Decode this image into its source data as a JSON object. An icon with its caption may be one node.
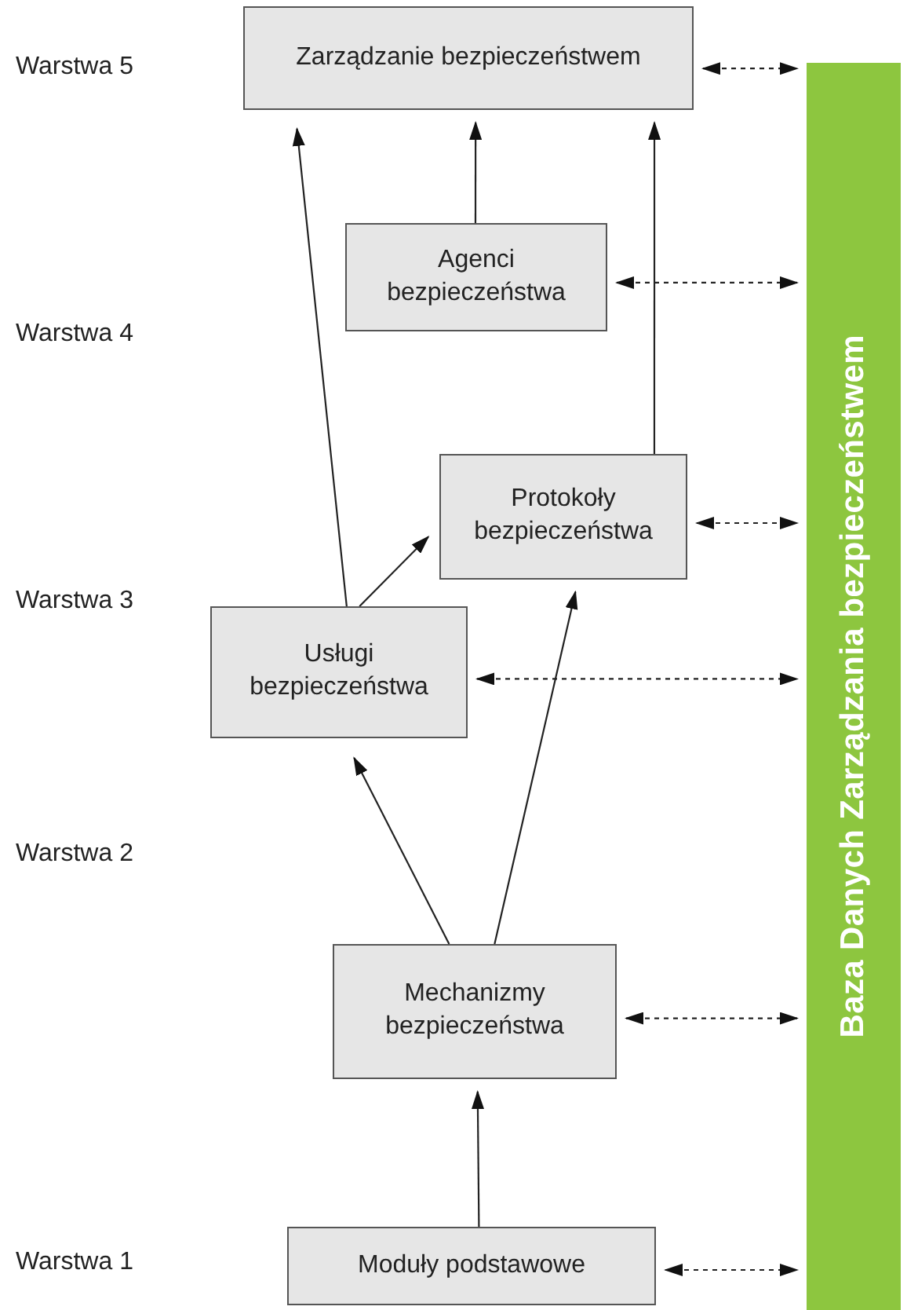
{
  "diagram": {
    "nodes": [
      {
        "text": [
          "Zarządzanie bezpieczeństwem"
        ]
      },
      {
        "text": [
          "Agenci bezpieczeństwa"
        ]
      },
      {
        "text": [
          "Protokoły bezpieczeństwa"
        ]
      },
      {
        "text": [
          "Usługi bezpieczeństwa"
        ]
      },
      {
        "text": [
          "Mechanizmy bezpieczeństwa"
        ]
      },
      {
        "text": [
          "Moduły podstawowe"
        ]
      },
      {
        "text": [
          "Baza Danych Zarządzania bezpieczeństwem"
        ]
      }
    ],
    "edges": [
      {
        "from": 1,
        "to": 0,
        "arrow": "to"
      },
      {
        "from": 2,
        "to": 0,
        "arrow": "to"
      },
      {
        "from": 3,
        "to": 0,
        "arrow": "to"
      },
      {
        "from": 3,
        "to": 2,
        "arrow": "to"
      },
      {
        "from": 4,
        "to": 3,
        "arrow": "to"
      },
      {
        "from": 4,
        "to": 2,
        "arrow": "to"
      },
      {
        "from": 5,
        "to": 4,
        "arrow": "to"
      },
      {
        "from": 0,
        "to": 6,
        "arrow": "both",
        "style": "dashed"
      },
      {
        "from": 1,
        "to": 6,
        "arrow": "both",
        "style": "dashed"
      },
      {
        "from": 2,
        "to": 6,
        "arrow": "both",
        "style": "dashed"
      },
      {
        "from": 3,
        "to": 6,
        "arrow": "both",
        "style": "dashed"
      },
      {
        "from": 4,
        "to": 6,
        "arrow": "both",
        "style": "dashed"
      },
      {
        "from": 5,
        "to": 6,
        "arrow": "both",
        "style": "dashed"
      }
    ],
    "labels": [
      "Warstwa 5",
      "Warstwa 4",
      "Warstwa 3",
      "Warstwa 2",
      "Warstwa 1"
    ]
  }
}
